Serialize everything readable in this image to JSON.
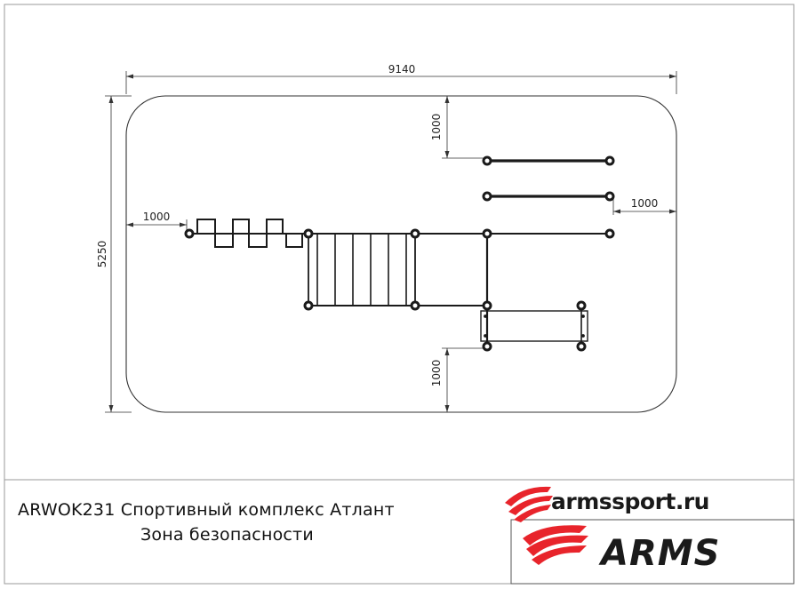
{
  "dimensions": {
    "total_width": "9140",
    "total_height": "5250",
    "top_clearance": "1000",
    "left_clearance": "1000",
    "right_clearance": "1000",
    "bottom_clearance": "1000"
  },
  "title_block": {
    "line1": "ARWOK231 Спортивный комплекс Атлант",
    "line2": "Зона безопасности"
  },
  "branding": {
    "site": "armssport.ru",
    "logo_text": "ARMS",
    "accent_color": "#e8242b",
    "logo_color": "#1a1a1a"
  }
}
